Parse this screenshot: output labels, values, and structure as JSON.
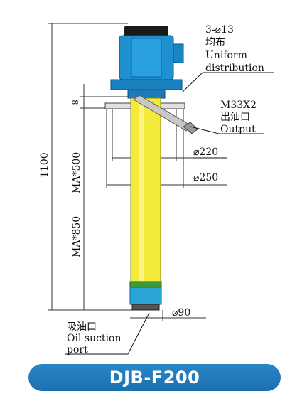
{
  "labels": {
    "holes_spec": "3-⌀13",
    "holes_zh": "均布",
    "holes_en1": "Uniform",
    "holes_en2": "distribution",
    "outlet_spec": "M33X2",
    "outlet_zh": "出油口",
    "outlet_en": "Output",
    "dia_220": "⌀220",
    "dia_250": "⌀250",
    "dia_90": "⌀90",
    "inlet_zh": "吸油口",
    "inlet_en1": "Oil suction",
    "inlet_en2": "port",
    "dim_total": "1100",
    "dim_upper": "MA*500",
    "dim_lower": "MA*850",
    "dim_gap": "∞"
  },
  "model": "DJB-F200",
  "colors": {
    "motor": "#1f8fd0",
    "shaft": "#f4ea3a",
    "pill": "#1f74b7",
    "foot": "#3a9a3a"
  }
}
